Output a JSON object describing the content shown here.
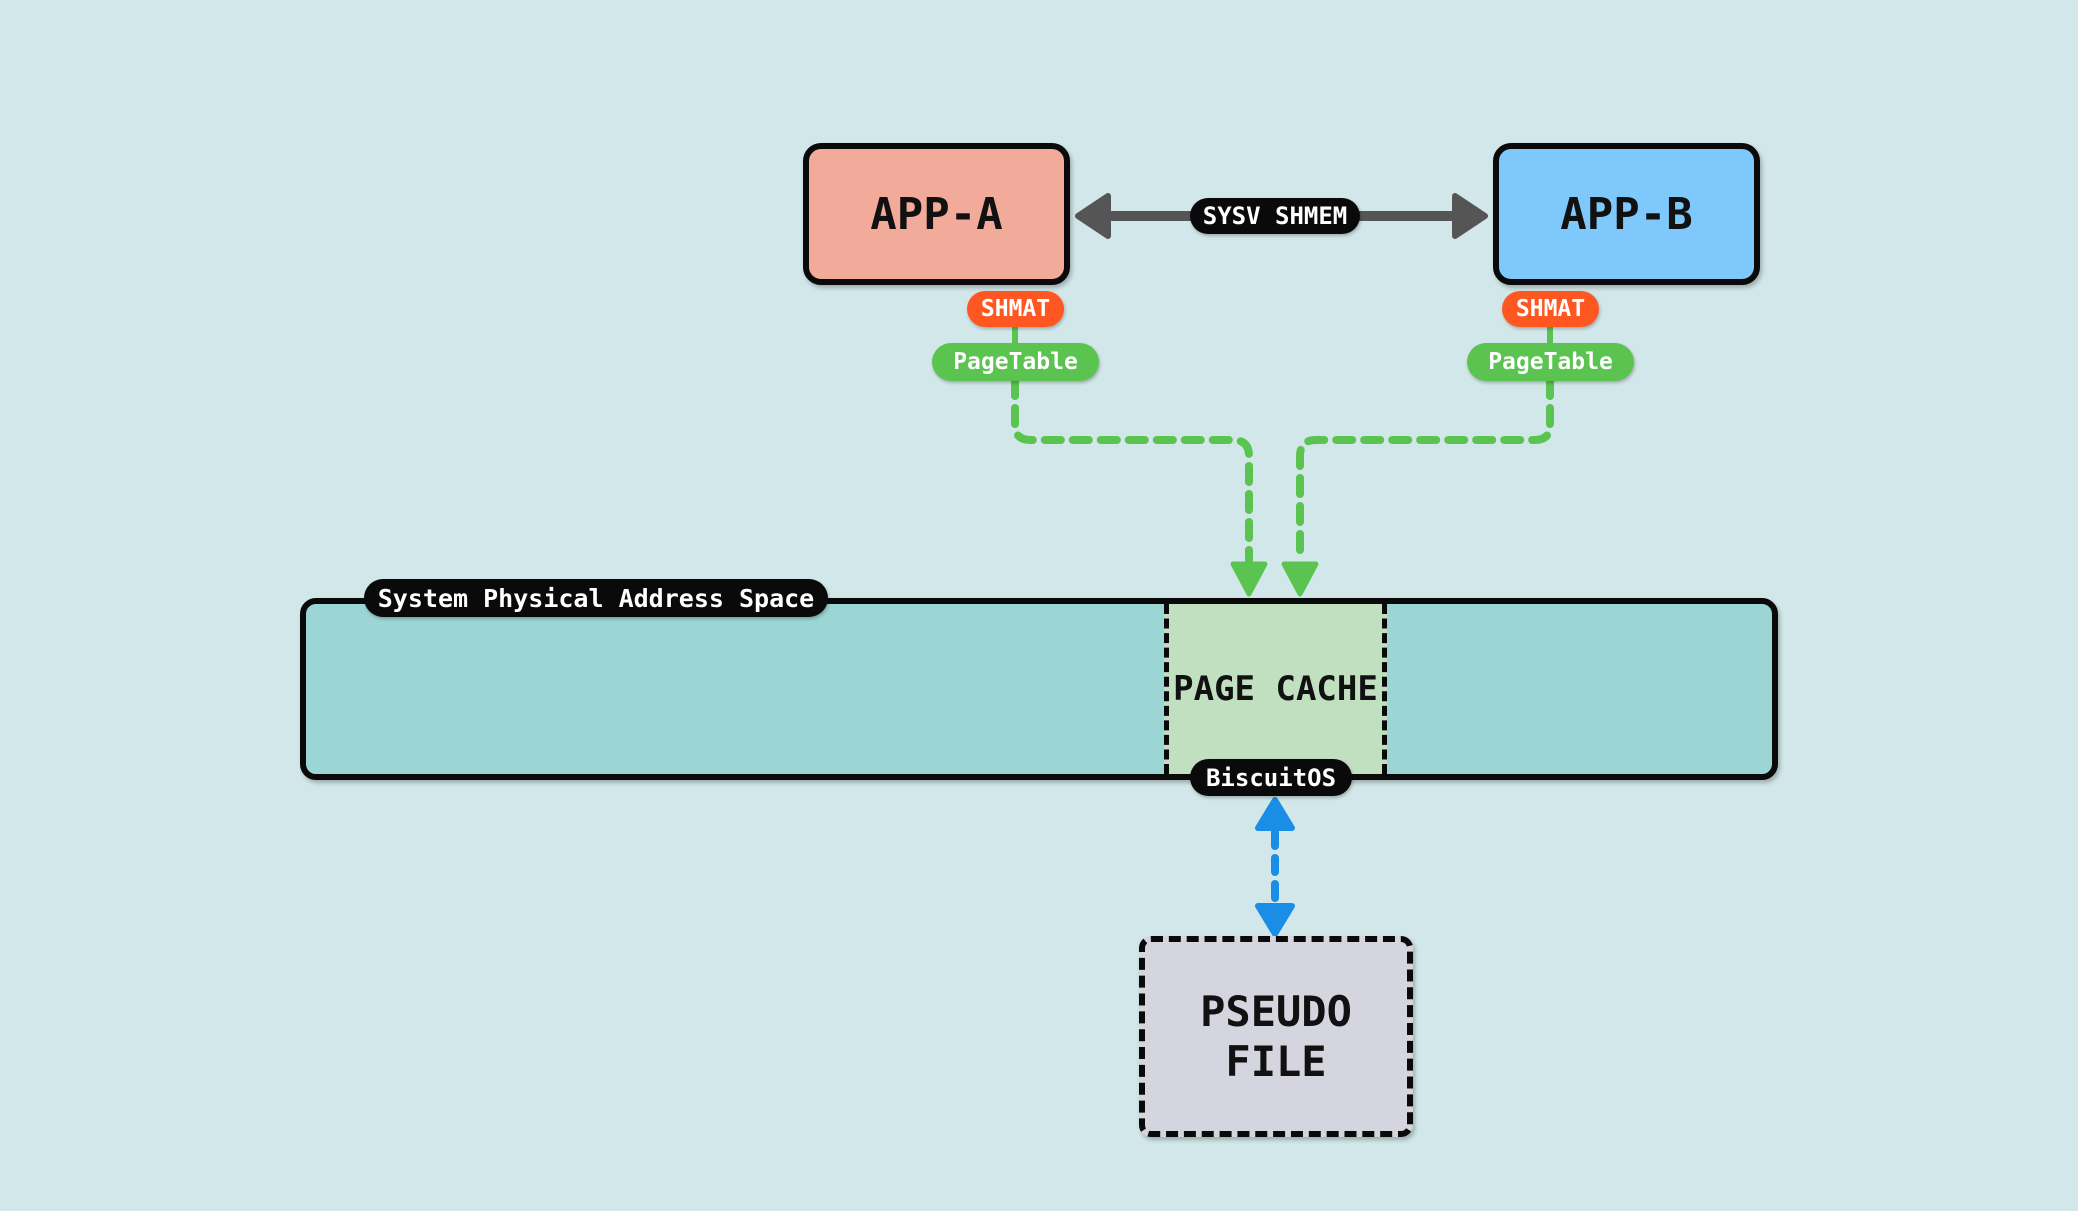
{
  "apps": {
    "app_a": {
      "label": "APP-A",
      "color": "#f2aa9b"
    },
    "app_b": {
      "label": "APP-B",
      "color": "#7ec8fb"
    }
  },
  "ipc_label": "SYSV SHMEM",
  "shmat_label": "SHMAT",
  "pagetable_label": "PageTable",
  "physical": {
    "title": "System Physical Address Space",
    "color": "#9cd6d4"
  },
  "page_cache": {
    "label": "PAGE CACHE",
    "color": "#c1e0c0"
  },
  "os_label": "BiscuitOS",
  "pseudo_file": {
    "line1": "PSEUDO",
    "line2": "FILE",
    "color": "#d4d5de"
  },
  "colors": {
    "shmat": "#ff5722",
    "pagetable": "#5bc451",
    "ipc_arrow": "#555555",
    "file_arrow": "#1a8ee6"
  }
}
